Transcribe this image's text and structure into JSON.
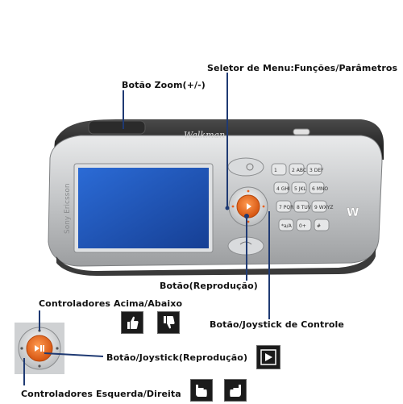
{
  "labels": {
    "zoom": "Botão Zoom(+/-)",
    "menu_selector": "Seletor de Menu:Funções/Parâmetros",
    "play_button": "Botão(Reprodução)",
    "joystick_control": "Botão/Joystick de Controle",
    "up_down": "Controladores Acima/Abaixo",
    "joystick_play": "Botão/Joystick(Reprodução)",
    "left_right": "Controladores Esquerda/Direita"
  },
  "phone": {
    "brand": "Sony Ericsson",
    "logo": "Walkman",
    "keys": [
      "1",
      "2 ABC",
      "3 DEF",
      "4 GHI",
      "5 JKL",
      "6 MNO",
      "7 PQRS",
      "8 TUV",
      "9 WXYZ",
      "*a/A",
      "0+",
      "#"
    ]
  },
  "icons": {
    "up": "thumb-up-icon",
    "down": "thumb-down-icon",
    "play": "play-icon",
    "left": "hand-left-icon",
    "right": "hand-right-icon"
  },
  "colors": {
    "accent": "#e8601c",
    "leader_line": "#1f3a73",
    "screen": "#1e55b5",
    "body_silver": "#c9cbcd"
  }
}
